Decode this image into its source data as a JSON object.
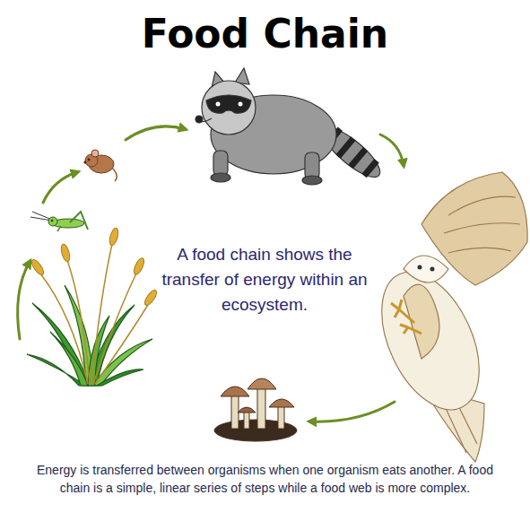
{
  "diagram": {
    "title": "Food Chain",
    "caption": "Energy is transferred between organisms when one organism eats another. A food chain is a simple, linear series of steps while a food web is more complex.",
    "labels": [
      "A food chain shows the transfer of energy within an ecosystem."
    ]
  }
}
